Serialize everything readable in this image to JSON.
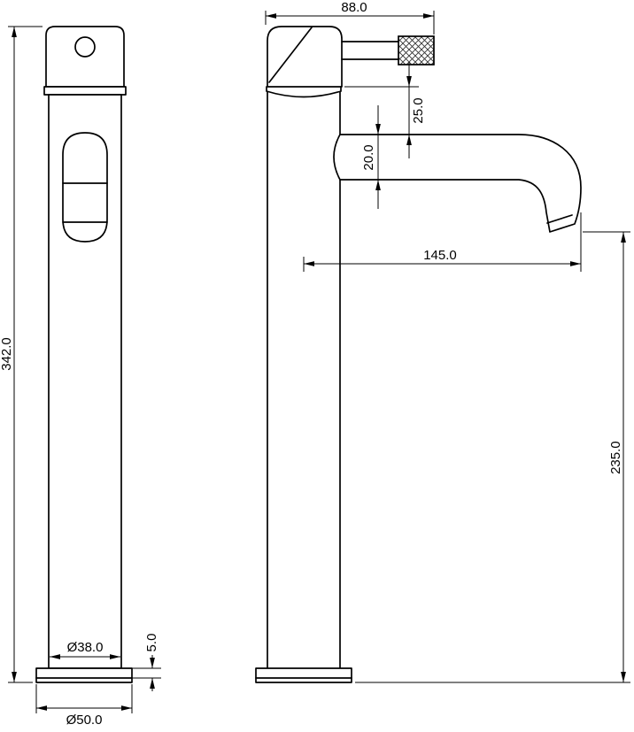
{
  "drawing": {
    "type": "technical-dimension-drawing",
    "colors": {
      "line": "#000000",
      "background": "#ffffff"
    },
    "dims": {
      "width_overall": "88.0",
      "handle_clearance": "25.0",
      "spout_diameter": "20.0",
      "spout_reach": "145.0",
      "height_overall": "342.0",
      "outlet_height": "235.0",
      "base_plate_thickness": "5.0",
      "body_diameter": "Ø38.0",
      "base_diameter": "Ø50.0"
    }
  }
}
